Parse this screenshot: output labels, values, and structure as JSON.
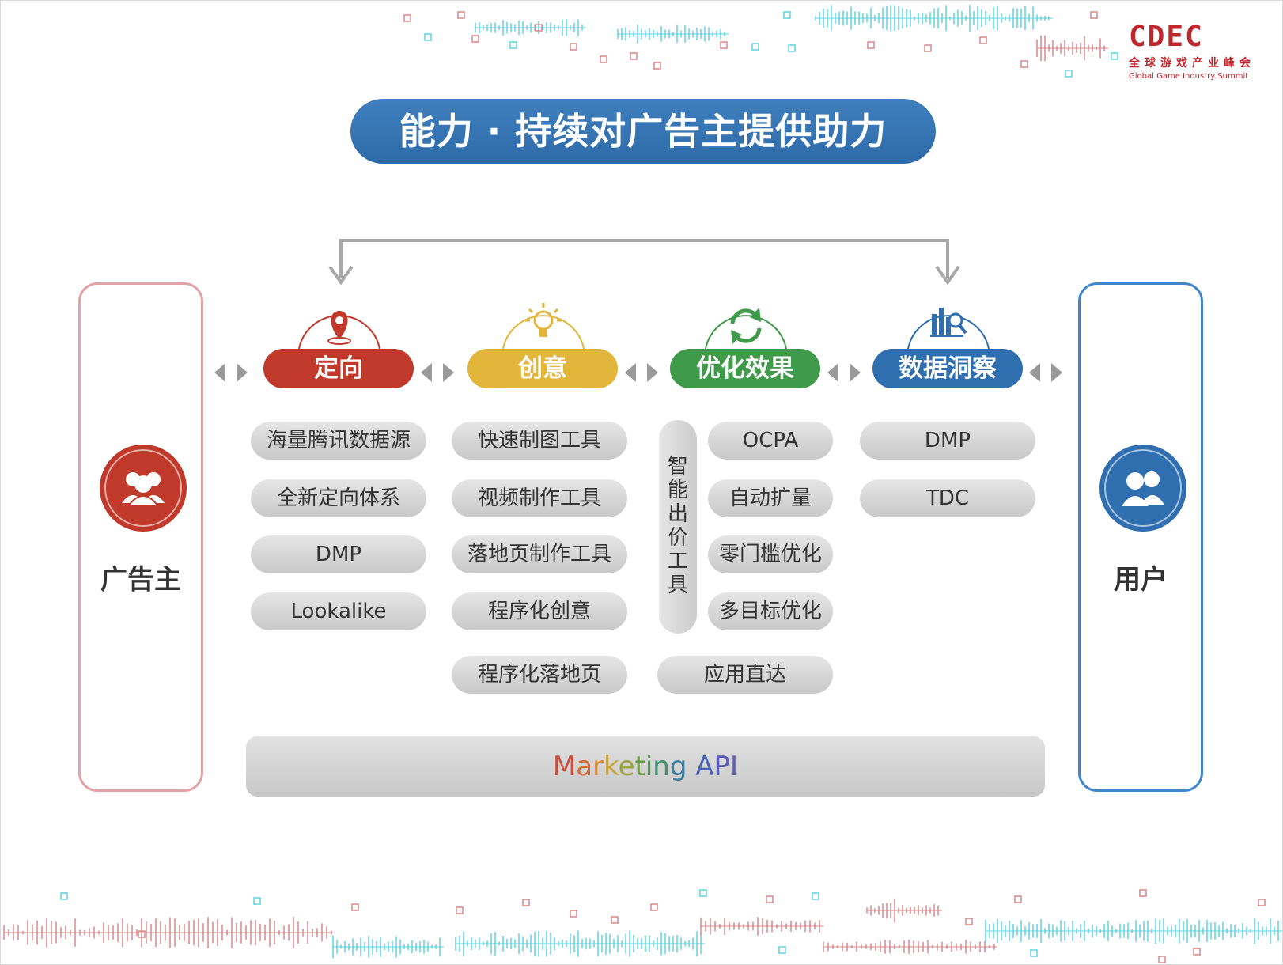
{
  "title": "能力 · 持续对广告主提供助力",
  "logo": {
    "mark": "CDEC",
    "cn": "全球游戏产业峰会",
    "en": "Global Game Industry Summit",
    "color": "#c0262c"
  },
  "left_entity": {
    "label": "广告主",
    "icon": "users-icon",
    "color": "#c0392b",
    "border": "#e2a3a6"
  },
  "right_entity": {
    "label": "用户",
    "icon": "users-icon",
    "color": "#2f6fb0",
    "border": "#3f86cc"
  },
  "categories": [
    {
      "label": "定向",
      "icon": "map-pin-icon",
      "color": "#c0392b"
    },
    {
      "label": "创意",
      "icon": "lightbulb-icon",
      "color": "#e2b53b"
    },
    {
      "label": "优化效果",
      "icon": "refresh-icon",
      "color": "#3f9a4a"
    },
    {
      "label": "数据洞察",
      "icon": "chart-search-icon",
      "color": "#2f6fb0"
    }
  ],
  "targeting_tools": [
    "海量腾讯数据源",
    "全新定向体系",
    "DMP",
    "Lookalike"
  ],
  "creative_tools": [
    "快速制图工具",
    "视频制作工具",
    "落地页制作工具",
    "程序化创意",
    "程序化落地页"
  ],
  "bidding_group_label": "智能出价工具",
  "bidding_tools": [
    "OCPA",
    "自动扩量",
    "零门槛优化",
    "多目标优化"
  ],
  "app_direct": "应用直达",
  "insight_tools": [
    "DMP",
    "TDC"
  ],
  "api": {
    "label": "Marketing API"
  }
}
